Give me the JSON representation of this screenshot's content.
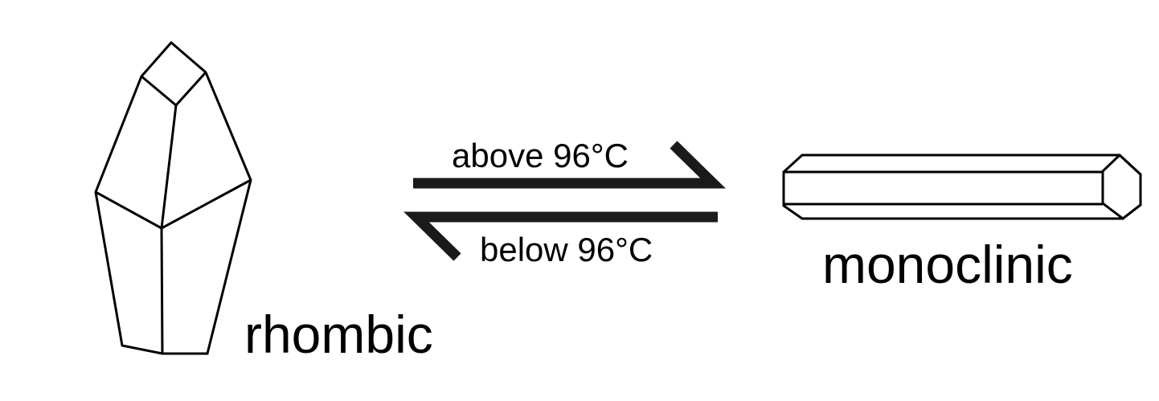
{
  "forms": {
    "left": {
      "label": "rhombic"
    },
    "right": {
      "label": "monoclinic"
    }
  },
  "equilibrium": {
    "forward_label": "above 96°C",
    "reverse_label": "below 96°C"
  }
}
